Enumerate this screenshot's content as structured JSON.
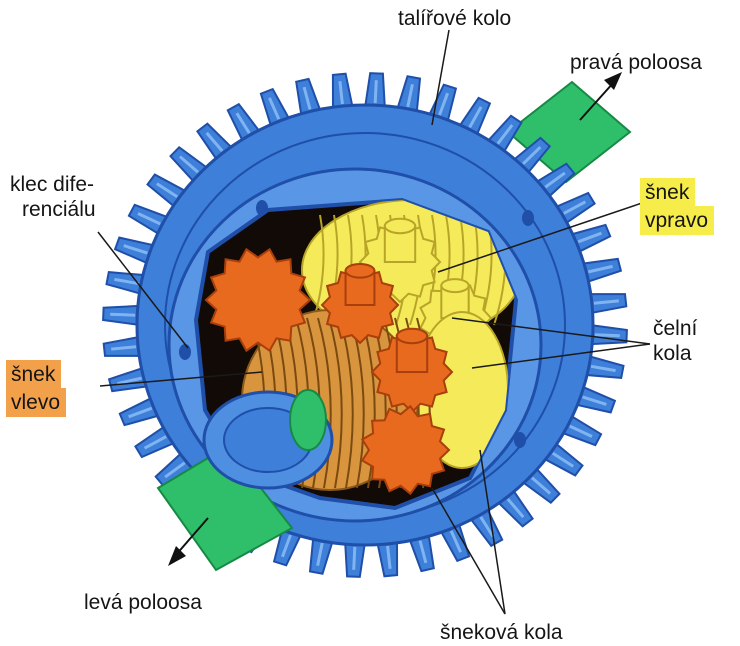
{
  "labels": {
    "ring_gear": "talířové kolo",
    "right_axle": "pravá poloosa",
    "diff_case_line1": "klec dife-",
    "diff_case_line2": "renciálu",
    "worm_right_line1": "šnek",
    "worm_right_line2": "vpravo",
    "spur_gears_line1": "čelní",
    "spur_gears_line2": "kola",
    "worm_left_line1": "šnek",
    "worm_left_line2": "vlevo",
    "left_axle": "levá poloosa",
    "worm_wheels": "šneková kola"
  },
  "colors": {
    "gear_blue": "#3d7fd9",
    "gear_blue_dark": "#1f4fa8",
    "gear_blue_light": "#7fb4f0",
    "axle_green": "#2fbf6a",
    "axle_green_dark": "#168a45",
    "gear_orange": "#e86a1f",
    "gear_orange_dark": "#a83f0c",
    "gear_yellow": "#f4ea5a",
    "gear_yellow_dark": "#b8a528",
    "leader_line": "#1a1a1a",
    "highlight_yellow": "#f6ec4a",
    "highlight_orange": "#f2a14a"
  }
}
